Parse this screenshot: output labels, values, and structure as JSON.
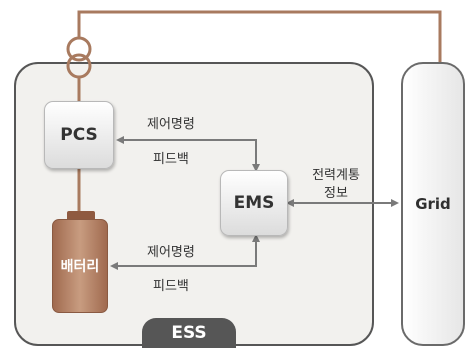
{
  "diagram": {
    "nodes": {
      "pcs": "PCS",
      "ems": "EMS",
      "battery": "배터리",
      "grid": "Grid",
      "ess": "ESS"
    },
    "edges": {
      "pcs_ems": {
        "command": "제어명령",
        "feedback": "피드백"
      },
      "battery_ems": {
        "command": "제어명령",
        "feedback": "피드백"
      },
      "ems_grid": {
        "line1": "전력계통",
        "line2": "정보"
      }
    },
    "colors": {
      "copper": "#a87a5f",
      "battery": "#b8856a",
      "container_border": "#565656",
      "arrow": "#7a7a7a"
    }
  }
}
